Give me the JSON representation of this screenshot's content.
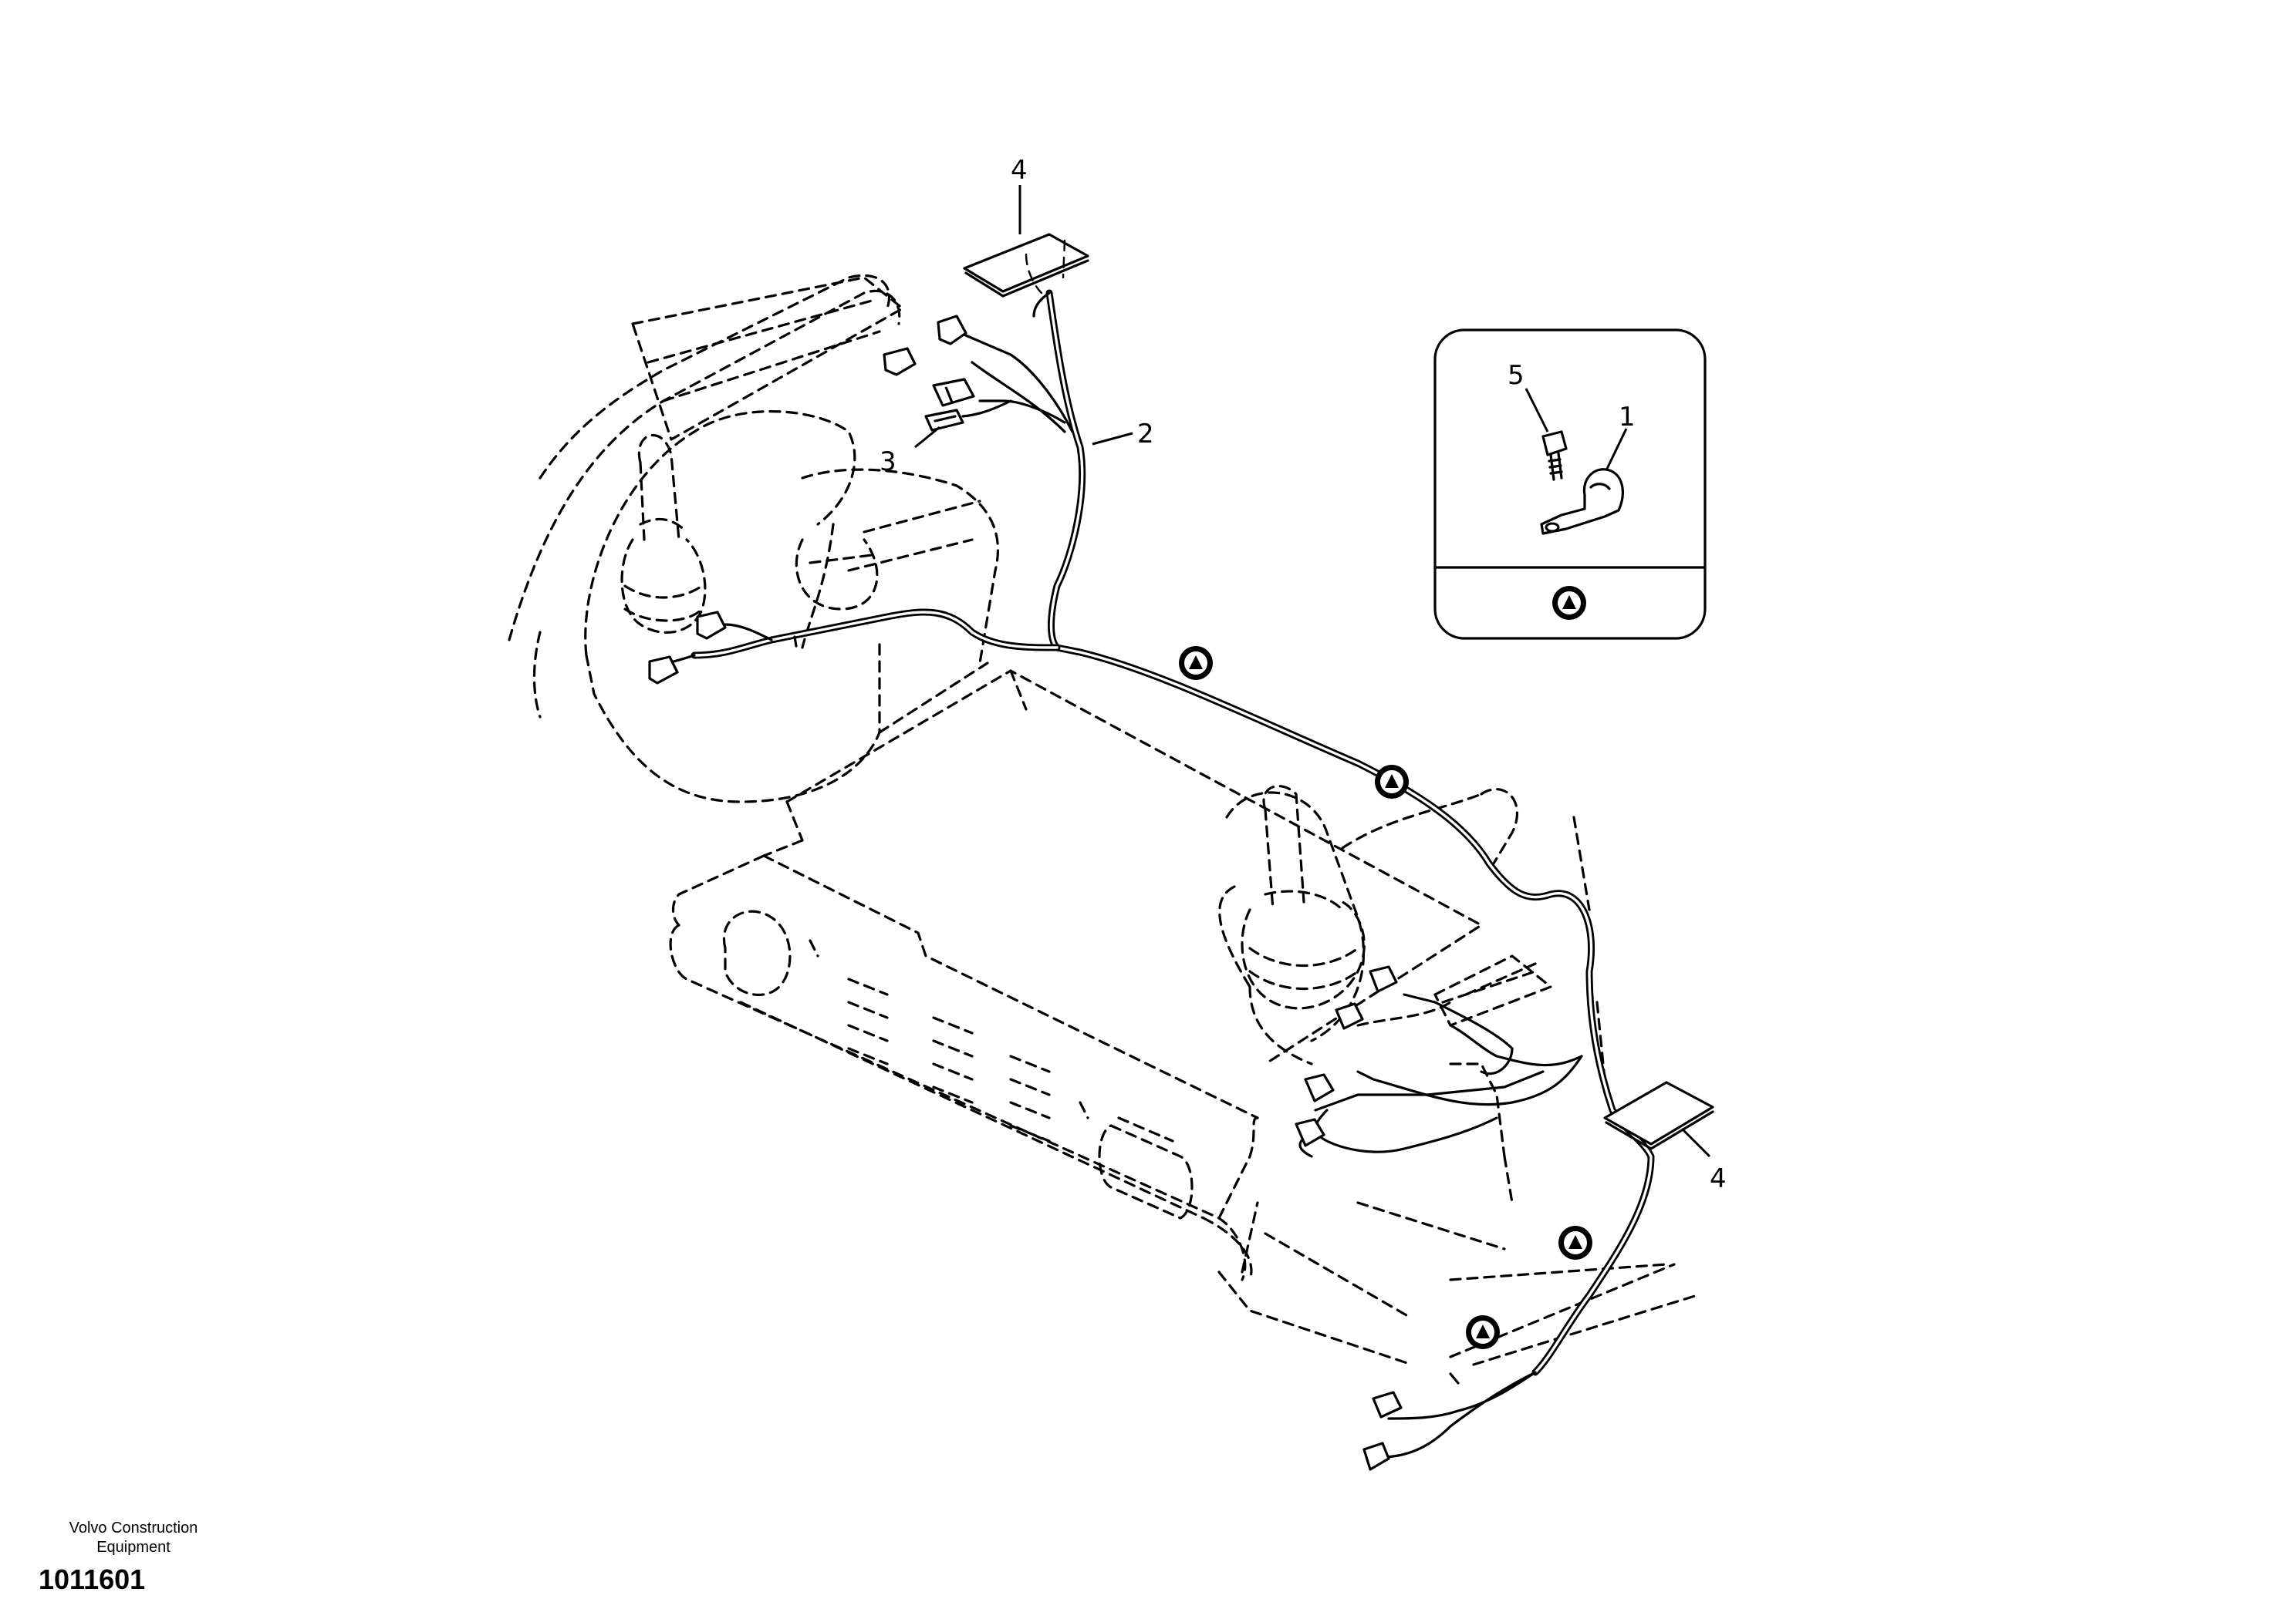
{
  "callouts": [
    {
      "id": "callout-4-top",
      "label": "4"
    },
    {
      "id": "callout-2",
      "label": "2"
    },
    {
      "id": "callout-3",
      "label": "3"
    },
    {
      "id": "callout-5",
      "label": "5"
    },
    {
      "id": "callout-1",
      "label": "1"
    },
    {
      "id": "callout-4-right",
      "label": "4"
    }
  ],
  "markers": {
    "symbol": "triangle-in-circle",
    "count_on_harness": 4,
    "count_in_inset": 1
  },
  "footer": {
    "company_line1": "Volvo Construction",
    "company_line2": "Equipment",
    "drawing_number": "1011601"
  }
}
